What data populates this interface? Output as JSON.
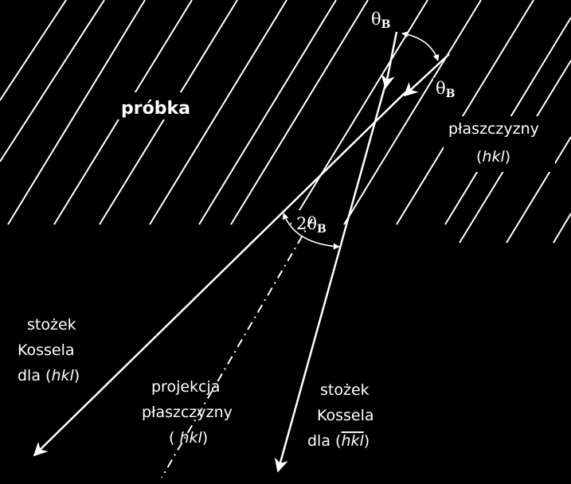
{
  "colors": {
    "background": "#000000",
    "foreground": "#ffffff"
  },
  "labels": {
    "sample": "próbka",
    "theta_symbol": "θ",
    "theta_subscript": "B",
    "two_theta_prefix": "2θ",
    "planes_line1": "płaszczyzny",
    "planes_hkl_open": "(",
    "planes_hkl_text": "hkl",
    "planes_hkl_close": ")",
    "left_cone_line1": "stożek",
    "left_cone_line2": "Kossela",
    "left_cone_line3_prefix": "dla (",
    "left_cone_hkl": "hkl",
    "left_cone_line3_suffix": ")",
    "projection_line1": "projekcja",
    "projection_line2": "płaszczyzny",
    "projection_line3_prefix": "( ",
    "projection_hkl": "hkl",
    "projection_line3_suffix": ")",
    "right_cone_line1": "stożek",
    "right_cone_line2": "Kossela",
    "right_cone_line3_prefix": "dla (",
    "right_cone_hkl_bar": "hkl",
    "right_cone_line3_suffix": ")"
  }
}
